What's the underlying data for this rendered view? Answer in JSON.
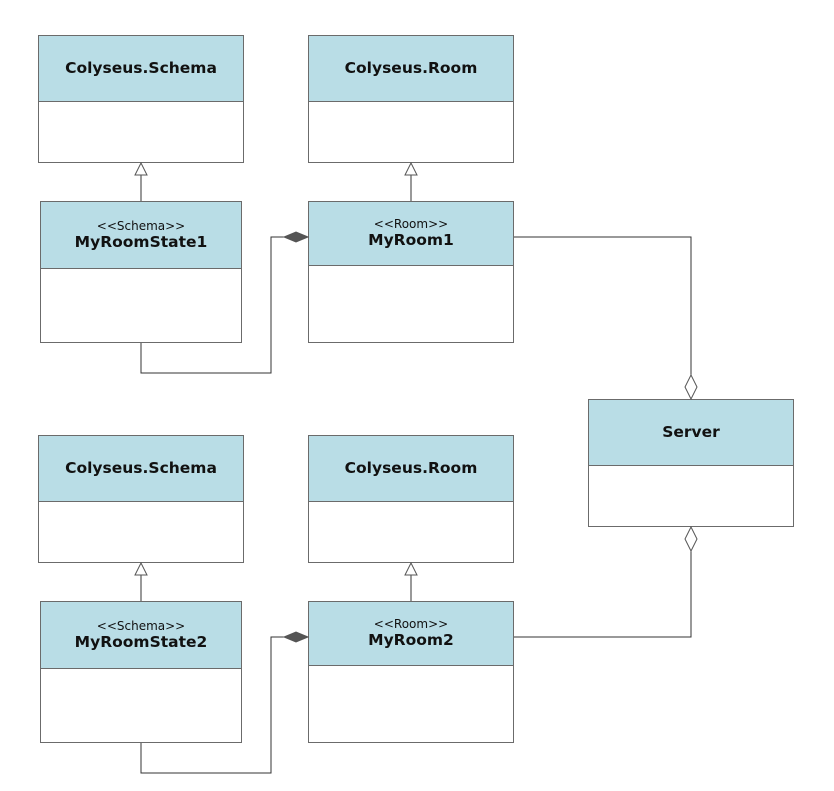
{
  "diagram": {
    "classes": {
      "schema_base_1": {
        "name": "Colyseus.Schema",
        "stereotype": ""
      },
      "room_base_1": {
        "name": "Colyseus.Room",
        "stereotype": ""
      },
      "state_1": {
        "name": "MyRoomState1",
        "stereotype": "<<Schema>>"
      },
      "room_1": {
        "name": "MyRoom1",
        "stereotype": "<<Room>>"
      },
      "server": {
        "name": "Server",
        "stereotype": ""
      },
      "schema_base_2": {
        "name": "Colyseus.Schema",
        "stereotype": ""
      },
      "room_base_2": {
        "name": "Colyseus.Room",
        "stereotype": ""
      },
      "state_2": {
        "name": "MyRoomState2",
        "stereotype": "<<Schema>>"
      },
      "room_2": {
        "name": "MyRoom2",
        "stereotype": "<<Room>>"
      }
    },
    "relations": [
      {
        "type": "generalization",
        "from": "state_1",
        "to": "schema_base_1"
      },
      {
        "type": "generalization",
        "from": "room_1",
        "to": "room_base_1"
      },
      {
        "type": "composition",
        "part": "state_1",
        "whole": "room_1"
      },
      {
        "type": "aggregation",
        "part": "room_1",
        "whole": "server"
      },
      {
        "type": "generalization",
        "from": "state_2",
        "to": "schema_base_2"
      },
      {
        "type": "generalization",
        "from": "room_2",
        "to": "room_base_2"
      },
      {
        "type": "composition",
        "part": "state_2",
        "whole": "room_2"
      },
      {
        "type": "aggregation",
        "part": "room_2",
        "whole": "server"
      }
    ],
    "colors": {
      "header_fill": "#b9dde6",
      "border": "#6b6b6b",
      "line": "#333333",
      "composition_diamond": "#555555"
    }
  }
}
